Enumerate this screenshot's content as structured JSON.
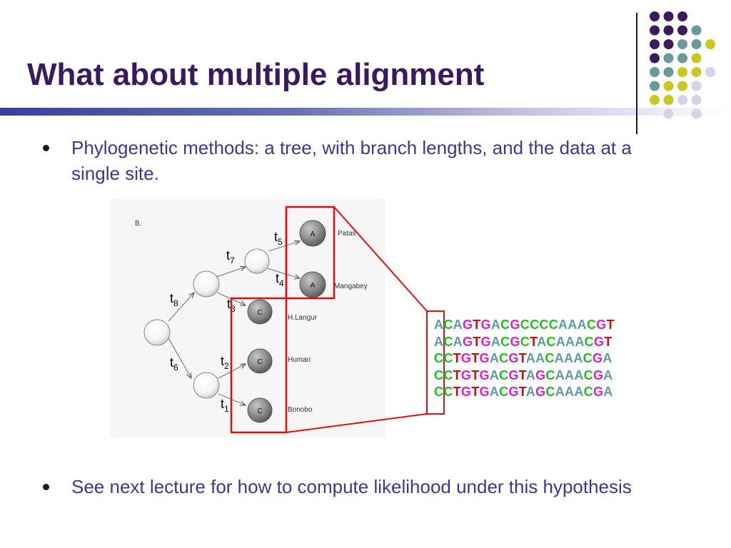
{
  "slide": {
    "title": "What about multiple alignment",
    "bullets": [
      "Phylogenetic methods: a tree, with branch lengths, and the data at a single site.",
      "See next lecture for how to compute likelihood under this hypothesis"
    ]
  },
  "tree_figure": {
    "panel_label": "B.",
    "branch_labels": [
      {
        "name": "t",
        "sub": "5"
      },
      {
        "name": "t",
        "sub": "7"
      },
      {
        "name": "t",
        "sub": "4"
      },
      {
        "name": "t",
        "sub": "8"
      },
      {
        "name": "t",
        "sub": "3"
      },
      {
        "name": "t",
        "sub": "6"
      },
      {
        "name": "t",
        "sub": "2"
      },
      {
        "name": "t",
        "sub": "1"
      }
    ],
    "leaves": [
      {
        "letter": "A",
        "name": "Patas"
      },
      {
        "letter": "A",
        "name": "Mangabey"
      },
      {
        "letter": "C",
        "name": "H.Langur"
      },
      {
        "letter": "C",
        "name": "Human"
      },
      {
        "letter": "C",
        "name": "Bonobo"
      }
    ],
    "highlight_color": "#e01010"
  },
  "alignment": {
    "rows": [
      "ACAGTGACGCCCCAAACGT",
      "ACAGTGACGCTACAAACGT",
      "CCTGTGACGTAACAAACGA",
      "CCTGTGACGTAGCAAACGA",
      "CCTGTGACGTAGCAAACGA"
    ],
    "base_colors": {
      "A": "#5f9aa0",
      "C": "#22bb22",
      "G": "#e020c0",
      "T": "#c01010"
    }
  },
  "theme": {
    "title_color": "#3a1a5e",
    "text_color": "#3a3a8c",
    "dot_colors": {
      "purple": "#3d1a5b",
      "teal": "#6a9a9a",
      "yellow": "#c8c81e",
      "lavender": "#d4d4e6"
    }
  }
}
